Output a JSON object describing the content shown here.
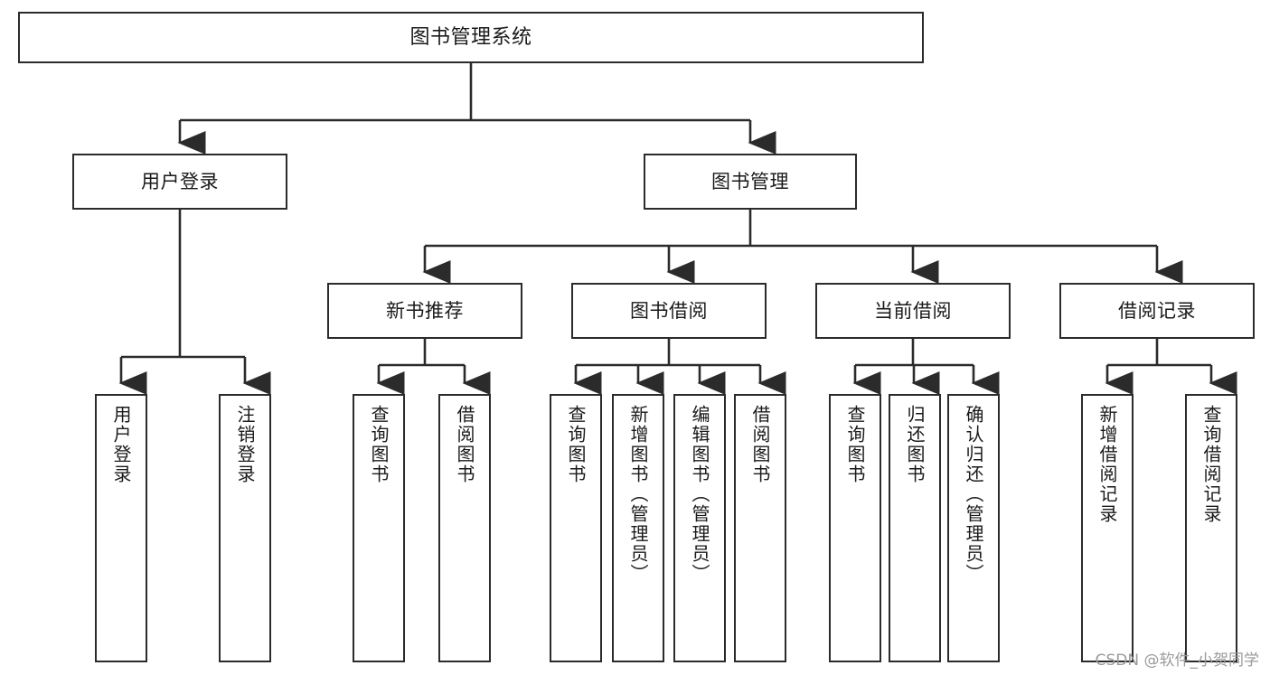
{
  "diagram": {
    "type": "tree-hierarchy",
    "title": "图书管理系统",
    "nodes": {
      "root": {
        "label": "图书管理系统"
      },
      "level2": [
        {
          "id": "user-login",
          "label": "用户登录"
        },
        {
          "id": "book-manage",
          "label": "图书管理"
        }
      ],
      "level3": [
        {
          "id": "new-book-recommend",
          "label": "新书推荐"
        },
        {
          "id": "book-borrow",
          "label": "图书借阅"
        },
        {
          "id": "current-borrow",
          "label": "当前借阅"
        },
        {
          "id": "borrow-record",
          "label": "借阅记录"
        }
      ],
      "leaves": {
        "user-login": [
          {
            "id": "leaf-user-login",
            "label": "用户登录"
          },
          {
            "id": "leaf-user-logout",
            "label": "注销登录"
          }
        ],
        "new-book-recommend": [
          {
            "id": "leaf-query-book-1",
            "label": "查询图书"
          },
          {
            "id": "leaf-borrow-book-1",
            "label": "借阅图书"
          }
        ],
        "book-borrow": [
          {
            "id": "leaf-query-book-2",
            "label": "查询图书"
          },
          {
            "id": "leaf-add-book",
            "label": "新增图书（管理员）"
          },
          {
            "id": "leaf-edit-book",
            "label": "编辑图书（管理员）"
          },
          {
            "id": "leaf-borrow-book-2",
            "label": "借阅图书"
          }
        ],
        "current-borrow": [
          {
            "id": "leaf-query-book-3",
            "label": "查询图书"
          },
          {
            "id": "leaf-return-book",
            "label": "归还图书"
          },
          {
            "id": "leaf-confirm-return",
            "label": "确认归还（管理员）"
          }
        ],
        "borrow-record": [
          {
            "id": "leaf-add-record",
            "label": "新增借阅记录"
          },
          {
            "id": "leaf-query-record",
            "label": "查询借阅记录"
          }
        ]
      }
    },
    "watermark": "CSDN @软件_小贺同学",
    "colors": {
      "border": "#2b2b2b",
      "fill": "#ffffff",
      "text": "#1a1a1a",
      "watermark": "#9a9a9a"
    }
  }
}
